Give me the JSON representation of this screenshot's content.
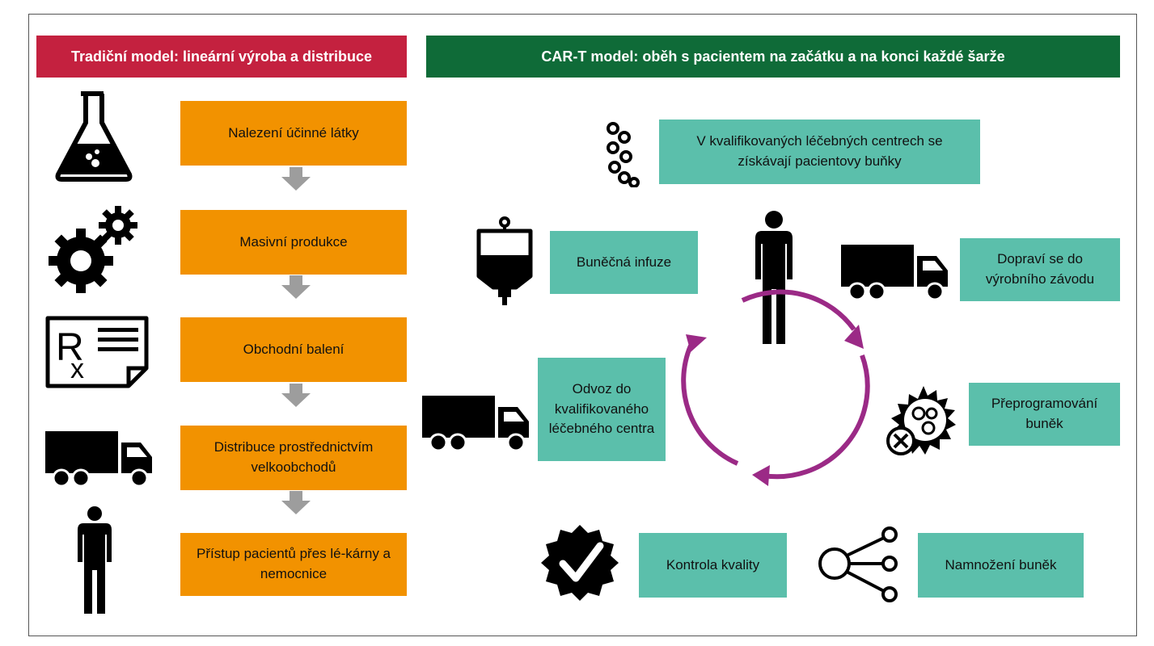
{
  "colors": {
    "header_red": "#c4213f",
    "header_green": "#0f6b38",
    "orange": "#f29200",
    "teal": "#5bbfab",
    "cycle": "#9b2a86",
    "arrow_gray": "#9d9d9d"
  },
  "left": {
    "header": "Tradiční model: lineární výroba a distribuce",
    "steps": [
      {
        "label": "Nalezení účinné látky",
        "icon": "flask-icon"
      },
      {
        "label": "Masivní produkce",
        "icon": "gears-icon"
      },
      {
        "label": "Obchodní balení",
        "icon": "prescription-icon"
      },
      {
        "label": "Distribuce prostřednictvím velkoobchodů",
        "icon": "truck-icon"
      },
      {
        "label": "Přístup pacientů přes lé-kárny a nemocnice",
        "icon": "person-icon"
      }
    ]
  },
  "right": {
    "header": "CAR-T model: oběh s pacientem na začátku a na konci každé šarže",
    "steps": {
      "collect": {
        "label": "V kvalifikovaných léčebných centrech se získávají pacientovy buňky",
        "icon": "cells-chain-icon"
      },
      "transport_to_factory": {
        "label": "Dopraví se do výrobního závodu",
        "icon": "truck-icon"
      },
      "reprogram": {
        "label": "Přeprogramování buněk",
        "icon": "virus-cell-icon"
      },
      "expand": {
        "label": "Namnožení buněk",
        "icon": "branching-cells-icon"
      },
      "quality": {
        "label": "Kontrola kvality",
        "icon": "check-badge-icon"
      },
      "return_transport": {
        "label": "Odvoz do kvalifikovaného léčebného centra",
        "icon": "truck-icon"
      },
      "infusion": {
        "label": "Buněčná infuze",
        "icon": "infusion-bag-icon"
      }
    },
    "center_icon": "patient-icon"
  }
}
